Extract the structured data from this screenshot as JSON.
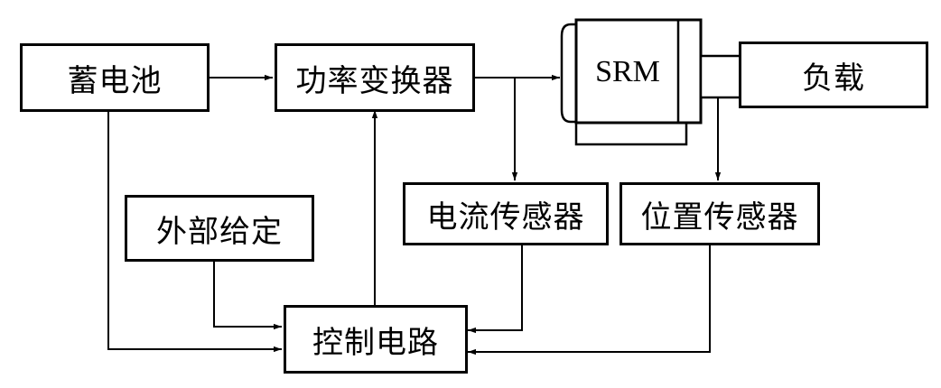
{
  "diagram": {
    "blocks": {
      "battery": "蓄电池",
      "power_converter": "功率变换器",
      "motor": "SRM",
      "load": "负载",
      "external_setpoint": "外部给定",
      "current_sensor": "电流传感器",
      "position_sensor": "位置传感器",
      "control_circuit": "控制电路"
    },
    "connections": [
      {
        "from": "蓄电池",
        "to": "功率变换器"
      },
      {
        "from": "功率变换器",
        "to": "SRM"
      },
      {
        "from": "功率变换器",
        "to": "电流传感器"
      },
      {
        "from": "SRM",
        "to": "位置传感器"
      },
      {
        "from": "蓄电池",
        "to": "控制电路"
      },
      {
        "from": "外部给定",
        "to": "控制电路"
      },
      {
        "from": "电流传感器",
        "to": "控制电路"
      },
      {
        "from": "位置传感器",
        "to": "控制电路"
      },
      {
        "from": "控制电路",
        "to": "功率变换器"
      }
    ]
  }
}
